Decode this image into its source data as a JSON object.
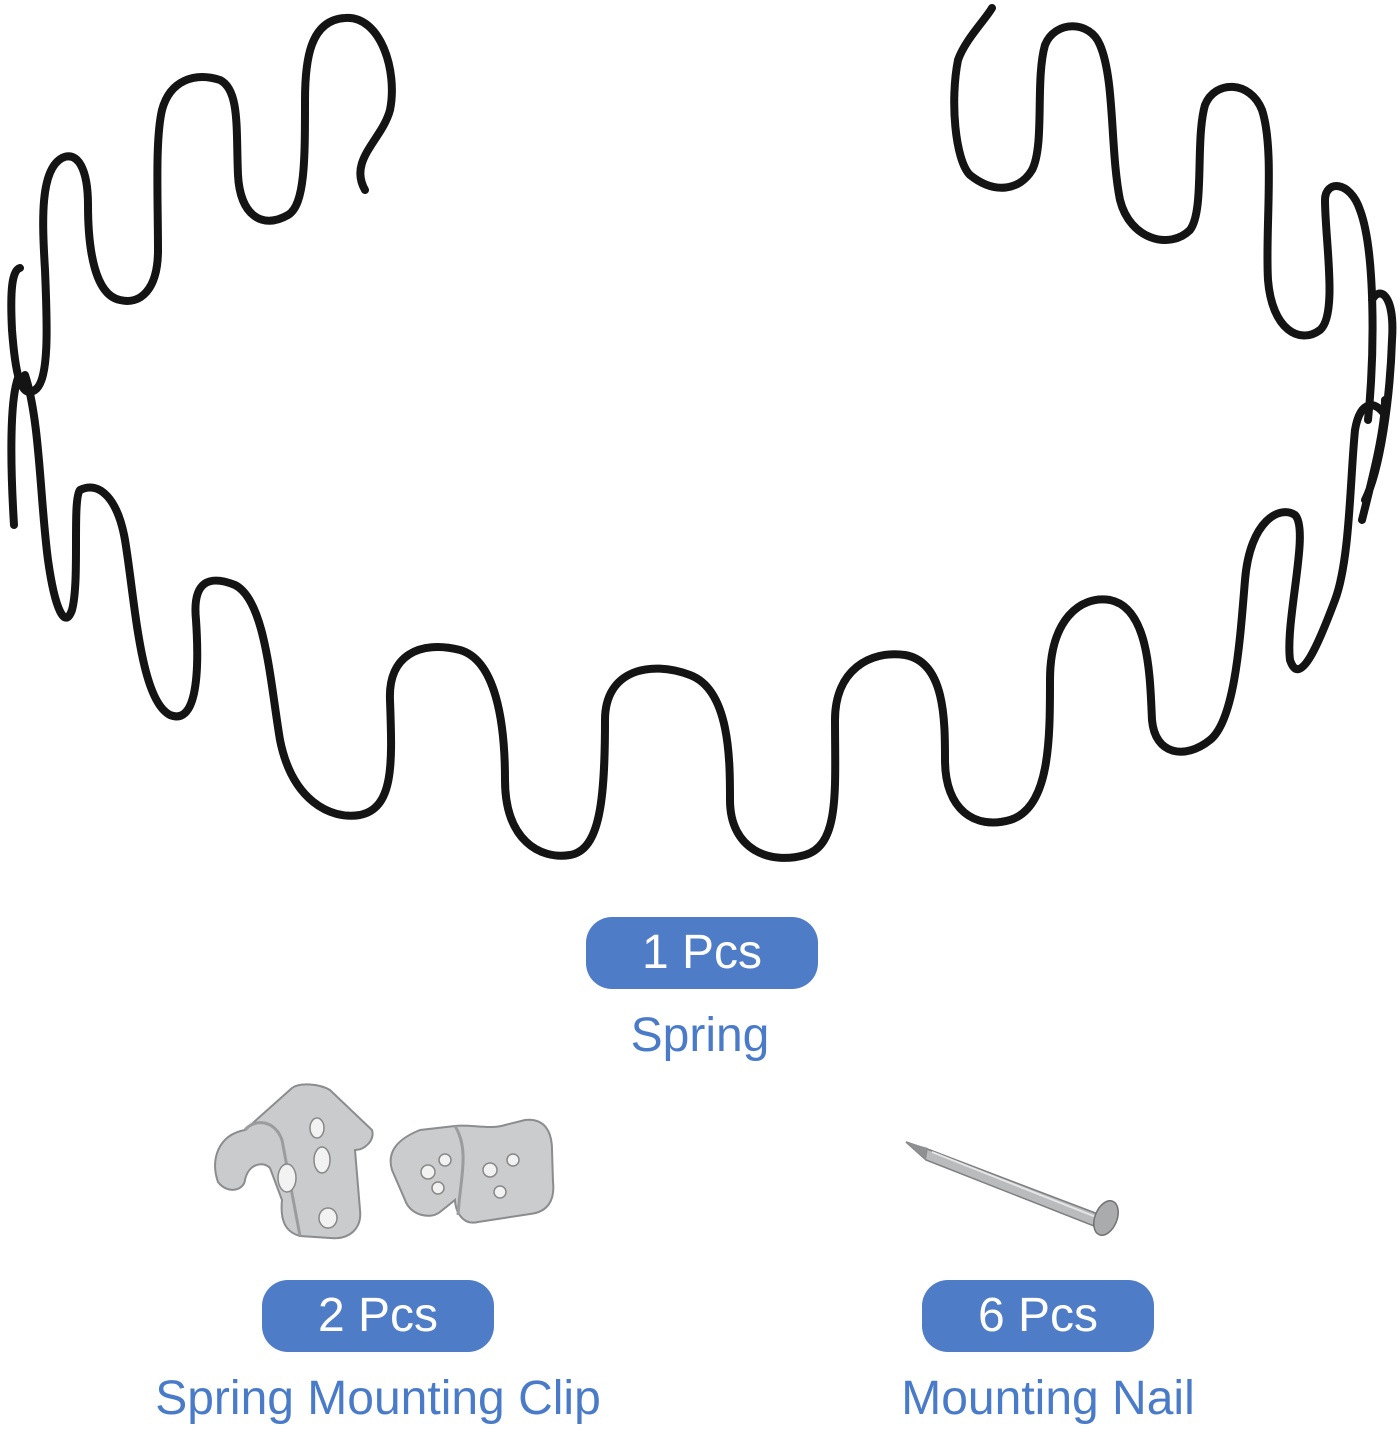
{
  "colors": {
    "badge_bg": "#4f7cc6",
    "badge_text": "#ffffff",
    "label_text": "#4a7bc8",
    "spring_wire": "#141414",
    "metal": "#c4c6c8"
  },
  "items": [
    {
      "icon": "zigzag-spring-icon",
      "quantity": "1 Pcs",
      "name": "Spring"
    },
    {
      "icon": "spring-clip-icon",
      "quantity": "2 Pcs",
      "name": "Spring Mounting Clip"
    },
    {
      "icon": "nail-icon",
      "quantity": "6 Pcs",
      "name": "Mounting Nail"
    }
  ]
}
